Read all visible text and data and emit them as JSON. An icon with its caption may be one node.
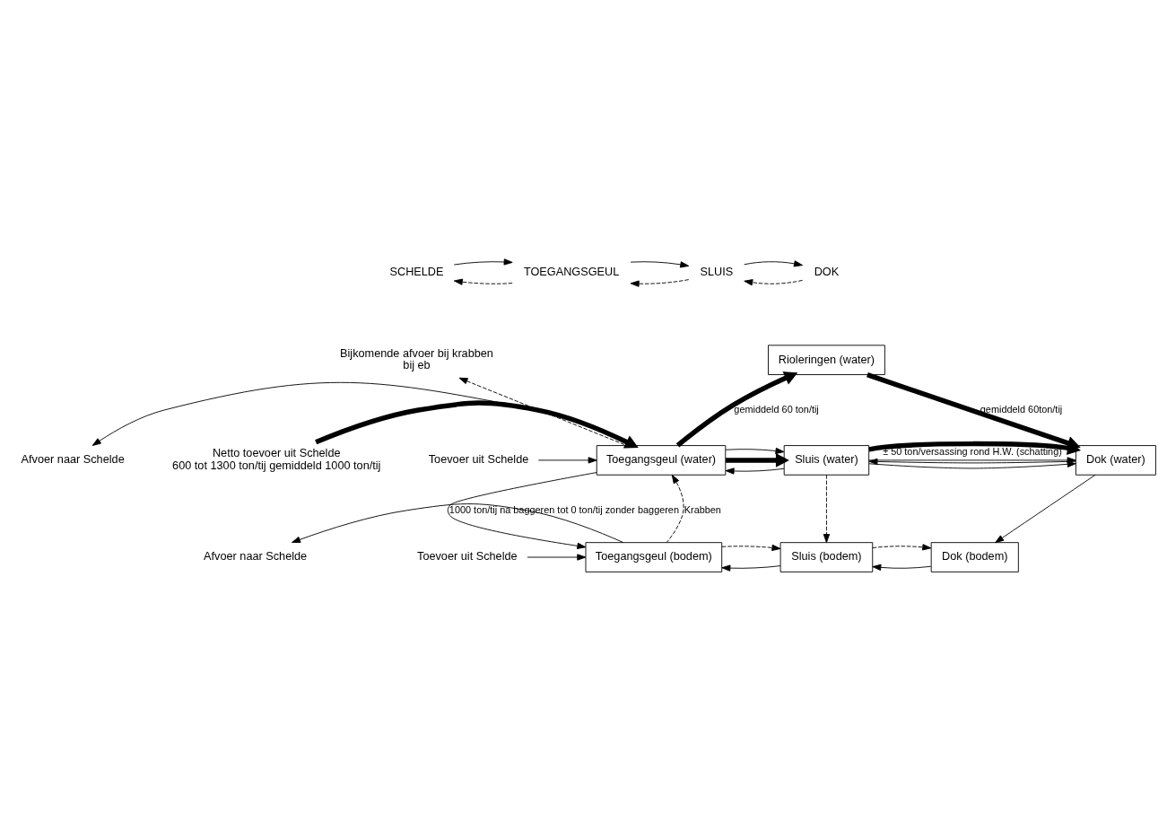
{
  "diagram": {
    "nodes": [
      {
        "text": [
          "SCHELDE"
        ]
      },
      {
        "text": [
          "TOEGANGSGEUL"
        ]
      },
      {
        "text": [
          "SLUIS"
        ]
      },
      {
        "text": [
          "DOK"
        ]
      },
      {
        "text": [
          "Bijkomende afvoer bij krabben",
          "bij eb"
        ]
      },
      {
        "text": [
          "Afvoer naar Schelde"
        ]
      },
      {
        "text": [
          "Netto toevoer uit Schelde",
          "600 tot 1300 ton/tij gemiddeld 1000 ton/tij"
        ]
      },
      {
        "text": [
          "Toevoer uit Schelde"
        ]
      },
      {
        "text": [
          "Toegangsgeul (water)"
        ]
      },
      {
        "text": [
          "Rioleringen (water)"
        ]
      },
      {
        "text": [
          "Sluis (water)"
        ]
      },
      {
        "text": [
          "Dok (water)"
        ]
      },
      {
        "text": [
          "Afvoer naar Schelde"
        ]
      },
      {
        "text": [
          "Toevoer uit Schelde"
        ]
      },
      {
        "text": [
          "Toegangsgeul (bodem)"
        ]
      },
      {
        "text": [
          "Sluis (bodem)"
        ]
      },
      {
        "text": [
          "Dok (bodem)"
        ]
      }
    ],
    "edges": [
      {
        "from": 1,
        "to": 0,
        "arrow": "to",
        "style": "dashed"
      },
      {
        "from": 0,
        "to": 1,
        "arrow": "to"
      },
      {
        "from": 2,
        "to": 1,
        "arrow": "to",
        "style": "dashed"
      },
      {
        "from": 1,
        "to": 2,
        "arrow": "to"
      },
      {
        "from": 3,
        "to": 2,
        "arrow": "to",
        "style": "dashed"
      },
      {
        "from": 2,
        "to": 3,
        "arrow": "to"
      },
      {
        "from": 8,
        "to": 4,
        "arrow": "to",
        "style": "dashed"
      },
      {
        "from": 8,
        "to": 5,
        "arrow": "to"
      },
      {
        "from": 6,
        "to": 8,
        "arrow": "to",
        "style": "thick"
      },
      {
        "from": 7,
        "to": 8,
        "arrow": "to"
      },
      {
        "from": 8,
        "to": 9,
        "arrow": "to",
        "style": "thick",
        "label": "gemiddeld 60 ton/tij"
      },
      {
        "from": 9,
        "to": 11,
        "arrow": "to",
        "style": "thick",
        "label": "gemiddeld 60ton/tij"
      },
      {
        "from": 10,
        "to": 8,
        "arrow": "to"
      },
      {
        "from": 8,
        "to": 10,
        "arrow": "to",
        "style": "thick"
      },
      {
        "from": 8,
        "to": 10,
        "arrow": "to"
      },
      {
        "from": 10,
        "to": 11,
        "arrow": "to",
        "label": "± 50 ton/versassing rond H.W. (schatting)"
      },
      {
        "from": 11,
        "to": 10,
        "arrow": "to"
      },
      {
        "from": 10,
        "to": 11,
        "arrow": "to",
        "style": "thick"
      },
      {
        "from": 10,
        "to": 11,
        "arrow": "to"
      },
      {
        "from": 8,
        "to": 14,
        "arrow": "to",
        "label": "1000 ton/tij na baggeren tot 0 ton/tij zonder baggeren"
      },
      {
        "from": 14,
        "to": 8,
        "arrow": "to",
        "style": "dashed",
        "label": "Krabben"
      },
      {
        "from": 10,
        "to": 15,
        "arrow": "to",
        "style": "dashed"
      },
      {
        "from": 11,
        "to": 16,
        "arrow": "to"
      },
      {
        "from": 15,
        "to": 14,
        "arrow": "to"
      },
      {
        "from": 16,
        "to": 15,
        "arrow": "to"
      },
      {
        "from": 14,
        "to": 15,
        "arrow": "to",
        "style": "dashed"
      },
      {
        "from": 15,
        "to": 16,
        "arrow": "to",
        "style": "dashed"
      },
      {
        "from": 14,
        "to": 12,
        "arrow": "to"
      },
      {
        "from": 13,
        "to": 14,
        "arrow": "to"
      }
    ]
  }
}
